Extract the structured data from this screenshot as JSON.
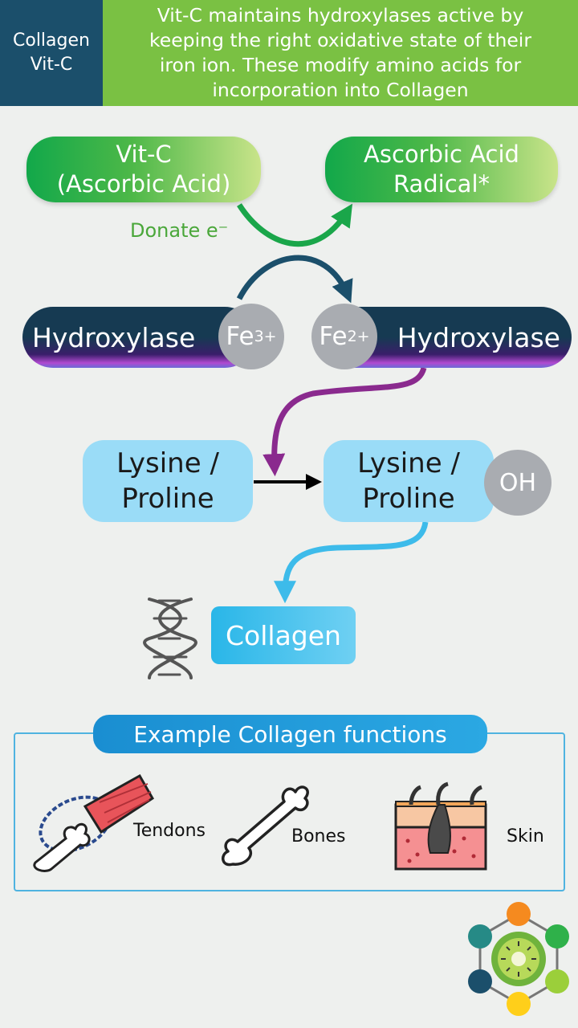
{
  "header": {
    "tag_line1": "Collagen",
    "tag_line2": "Vit-C",
    "description_line1": "Vit-C maintains hydroxylases active by",
    "description_line2": "keeping the right oxidative state of their",
    "description_line3": "iron ion. These modify amino acids for",
    "description_line4": "incorporation into Collagen"
  },
  "reaction": {
    "vitc_line1": "Vit-C",
    "vitc_line2": "(Ascorbic Acid)",
    "radical_line1": "Ascorbic Acid",
    "radical_line2": "Radical*",
    "donate_label": "Donate e⁻",
    "hydroxylase_left": "Hydroxylase",
    "hydroxylase_right": "Hydroxylase",
    "fe3_base": "Fe",
    "fe3_charge": "3+",
    "fe2_base": "Fe",
    "fe2_charge": "2+"
  },
  "substrates": {
    "left_line1": "Lysine /",
    "left_line2": "Proline",
    "right_line1": "Lysine /",
    "right_line2": "Proline",
    "oh_label": "OH",
    "collagen_label": "Collagen"
  },
  "functions": {
    "title": "Example Collagen functions",
    "items": [
      {
        "label": "Tendons",
        "icon": "tendon-muscle-icon"
      },
      {
        "label": "Bones",
        "icon": "bone-icon"
      },
      {
        "label": "Skin",
        "icon": "skin-hair-icon"
      }
    ]
  },
  "colors": {
    "header_left": "#1b4f6b",
    "header_right": "#7ac143",
    "green_arrow": "#1aa64a",
    "navy_arrow": "#1b4f6b",
    "purple_arrow": "#8a2a8e",
    "blue_arrow": "#3dbbea"
  }
}
